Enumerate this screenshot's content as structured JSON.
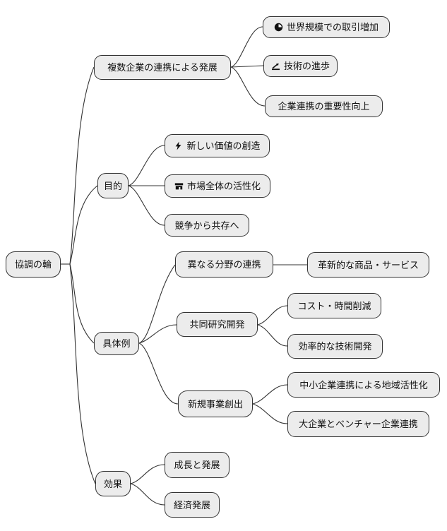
{
  "diagram": {
    "type": "mindmap",
    "root": {
      "label": "協調の輪"
    },
    "branches": [
      {
        "label": "複数企業の連携による発展",
        "children": [
          {
            "label": "世界規模での取引増加",
            "icon": "clock-icon"
          },
          {
            "label": "技術の進歩",
            "icon": "chart-line-icon"
          },
          {
            "label": "企業連携の重要性向上"
          }
        ]
      },
      {
        "label": "目的",
        "children": [
          {
            "label": "新しい価値の創造",
            "icon": "bolt-icon"
          },
          {
            "label": "市場全体の活性化",
            "icon": "store-icon"
          },
          {
            "label": "競争から共存へ"
          }
        ]
      },
      {
        "label": "具体例",
        "children": [
          {
            "label": "異なる分野の連携",
            "children": [
              {
                "label": "革新的な商品・サービス"
              }
            ]
          },
          {
            "label": "共同研究開発",
            "children": [
              {
                "label": "コスト・時間削減"
              },
              {
                "label": "効率的な技術開発"
              }
            ]
          },
          {
            "label": "新規事業創出",
            "children": [
              {
                "label": "中小企業連携による地域活性化"
              },
              {
                "label": "大企業とベンチャー企業連携"
              }
            ]
          }
        ]
      },
      {
        "label": "効果",
        "children": [
          {
            "label": "成長と発展"
          },
          {
            "label": "経済発展"
          }
        ]
      }
    ],
    "style": {
      "node_fill": "#ececec",
      "node_border": "#333333",
      "connector_color": "#333333",
      "text_color": "#111111",
      "background": "#ffffff"
    }
  }
}
